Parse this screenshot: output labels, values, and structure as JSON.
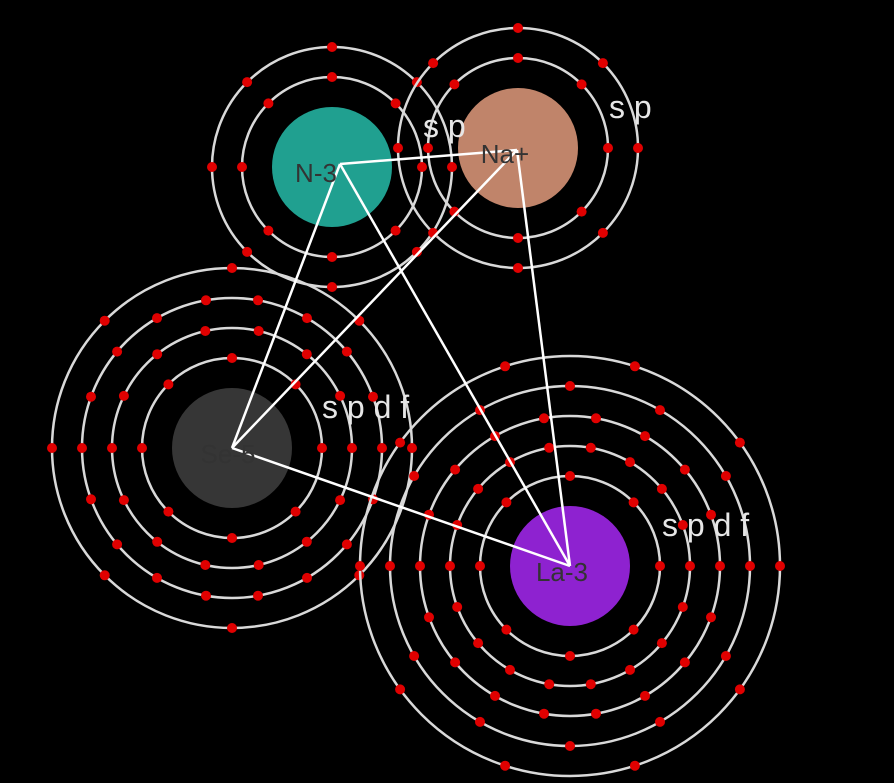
{
  "atoms": [
    {
      "id": "n",
      "label": "N-3",
      "color": "#20a090",
      "shells": [
        2,
        8,
        8
      ],
      "orbital_label": "s p"
    },
    {
      "id": "na",
      "label": "Na+",
      "color": "#c0846a",
      "shells": [
        2,
        8,
        8
      ],
      "orbital_label": "s p"
    },
    {
      "id": "se",
      "label": "Se-5",
      "color": "#363636",
      "shells": [
        2,
        8,
        14,
        18,
        8
      ],
      "orbital_label": "s p d f"
    },
    {
      "id": "la",
      "label": "La-3",
      "color": "#8e22d0",
      "shells": [
        2,
        8,
        18,
        18,
        12,
        10
      ],
      "orbital_label": "s p d f"
    }
  ],
  "bonds": [
    [
      "n",
      "na"
    ],
    [
      "n",
      "se"
    ],
    [
      "n",
      "la"
    ],
    [
      "na",
      "se"
    ],
    [
      "na",
      "la"
    ],
    [
      "se",
      "la"
    ]
  ],
  "colors": {
    "background": "#000000",
    "shell": "#d9d9d9",
    "electron": "#e00000",
    "bond": "#ffffff"
  }
}
